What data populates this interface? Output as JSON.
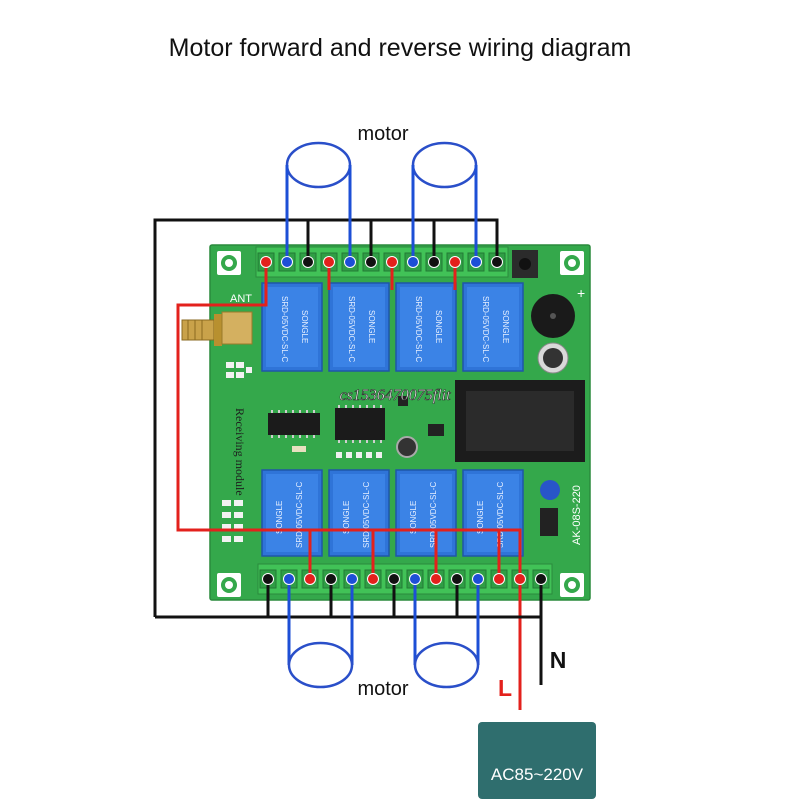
{
  "title": "Motor forward and reverse wiring diagram",
  "labels": {
    "motor_top": "motor",
    "motor_bottom": "motor",
    "live": "L",
    "neutral": "N",
    "antenna": "ANT",
    "plus": "+",
    "receiving_module": "Receiving module",
    "model": "AK-08S-220",
    "watermark": "cs1536470075flit",
    "relay_marking": "SRD-05VDC-SL-C",
    "relay_brand": "SONGLE"
  },
  "power_box": {
    "label": "AC85~220V"
  },
  "colors": {
    "red": "#e3211c",
    "blue": "#1d4fd6",
    "black": "#111111",
    "pcb": "#34a84b",
    "relay": "#2f74d8",
    "power_box": "#2f6e6e"
  },
  "terminals": {
    "top": [
      "red",
      "blue",
      "black",
      "red",
      "blue",
      "black",
      "red",
      "blue",
      "black",
      "red",
      "blue",
      "black"
    ],
    "bottom": [
      "black",
      "blue",
      "red",
      "black",
      "blue",
      "red",
      "black",
      "blue",
      "red",
      "black",
      "blue",
      "red",
      "red",
      "black"
    ]
  }
}
